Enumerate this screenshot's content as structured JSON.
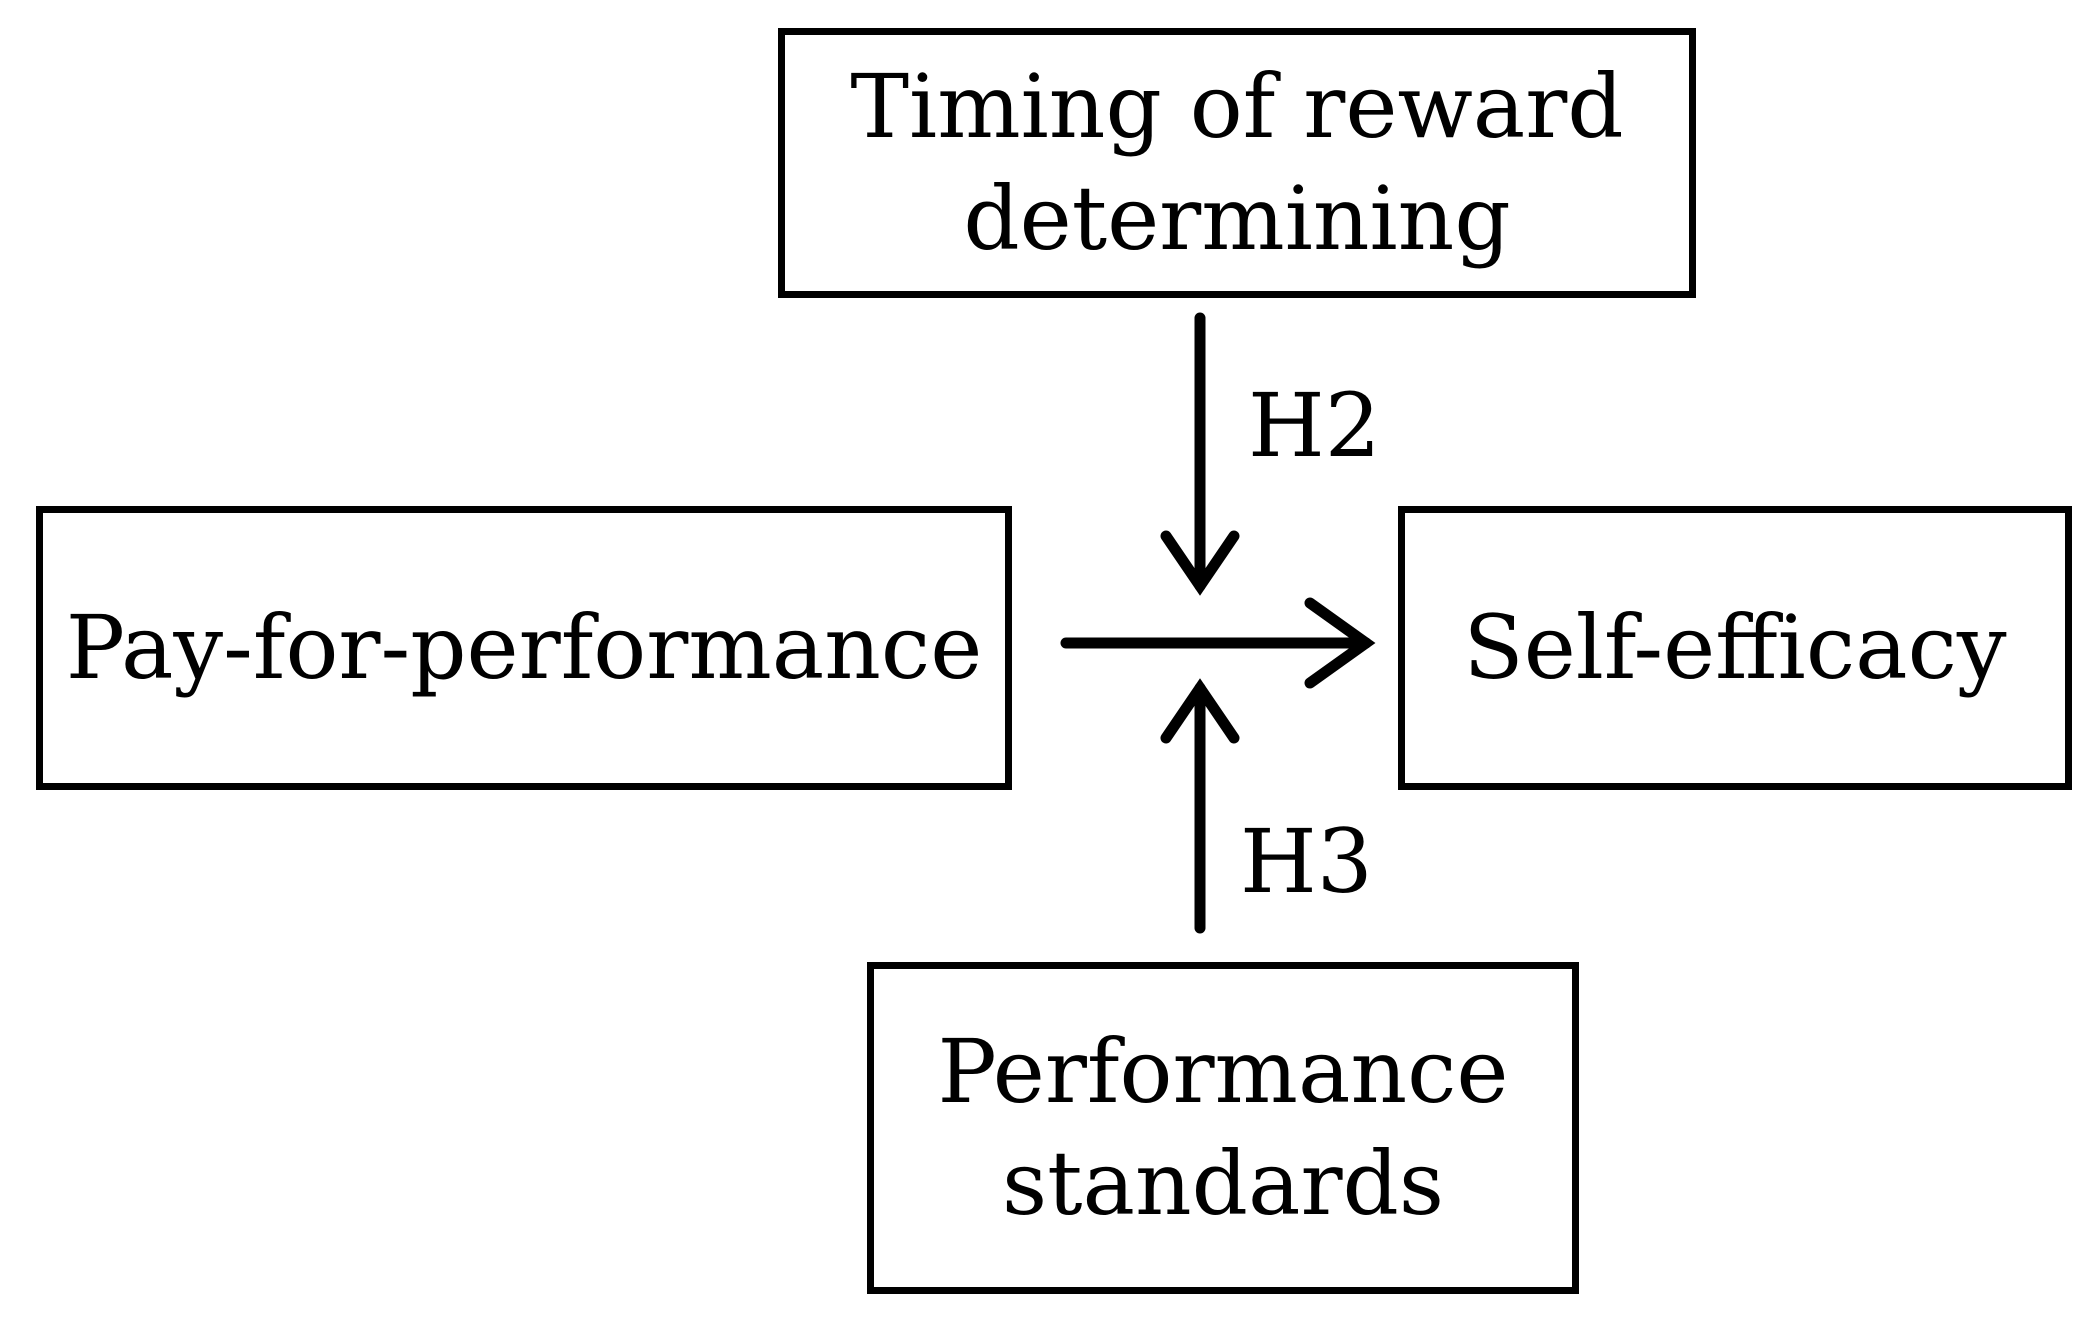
{
  "boxes": {
    "timing": {
      "lines": [
        "Timing of reward",
        "determining"
      ]
    },
    "pay": {
      "lines": [
        "Pay-for-performance"
      ]
    },
    "self": {
      "lines": [
        "Self-efficacy"
      ]
    },
    "standards": {
      "lines": [
        "Performance",
        "standards"
      ]
    }
  },
  "labels": {
    "h2": "H2",
    "h3": "H3"
  },
  "colors": {
    "stroke": "#000000",
    "background": "#ffffff"
  }
}
